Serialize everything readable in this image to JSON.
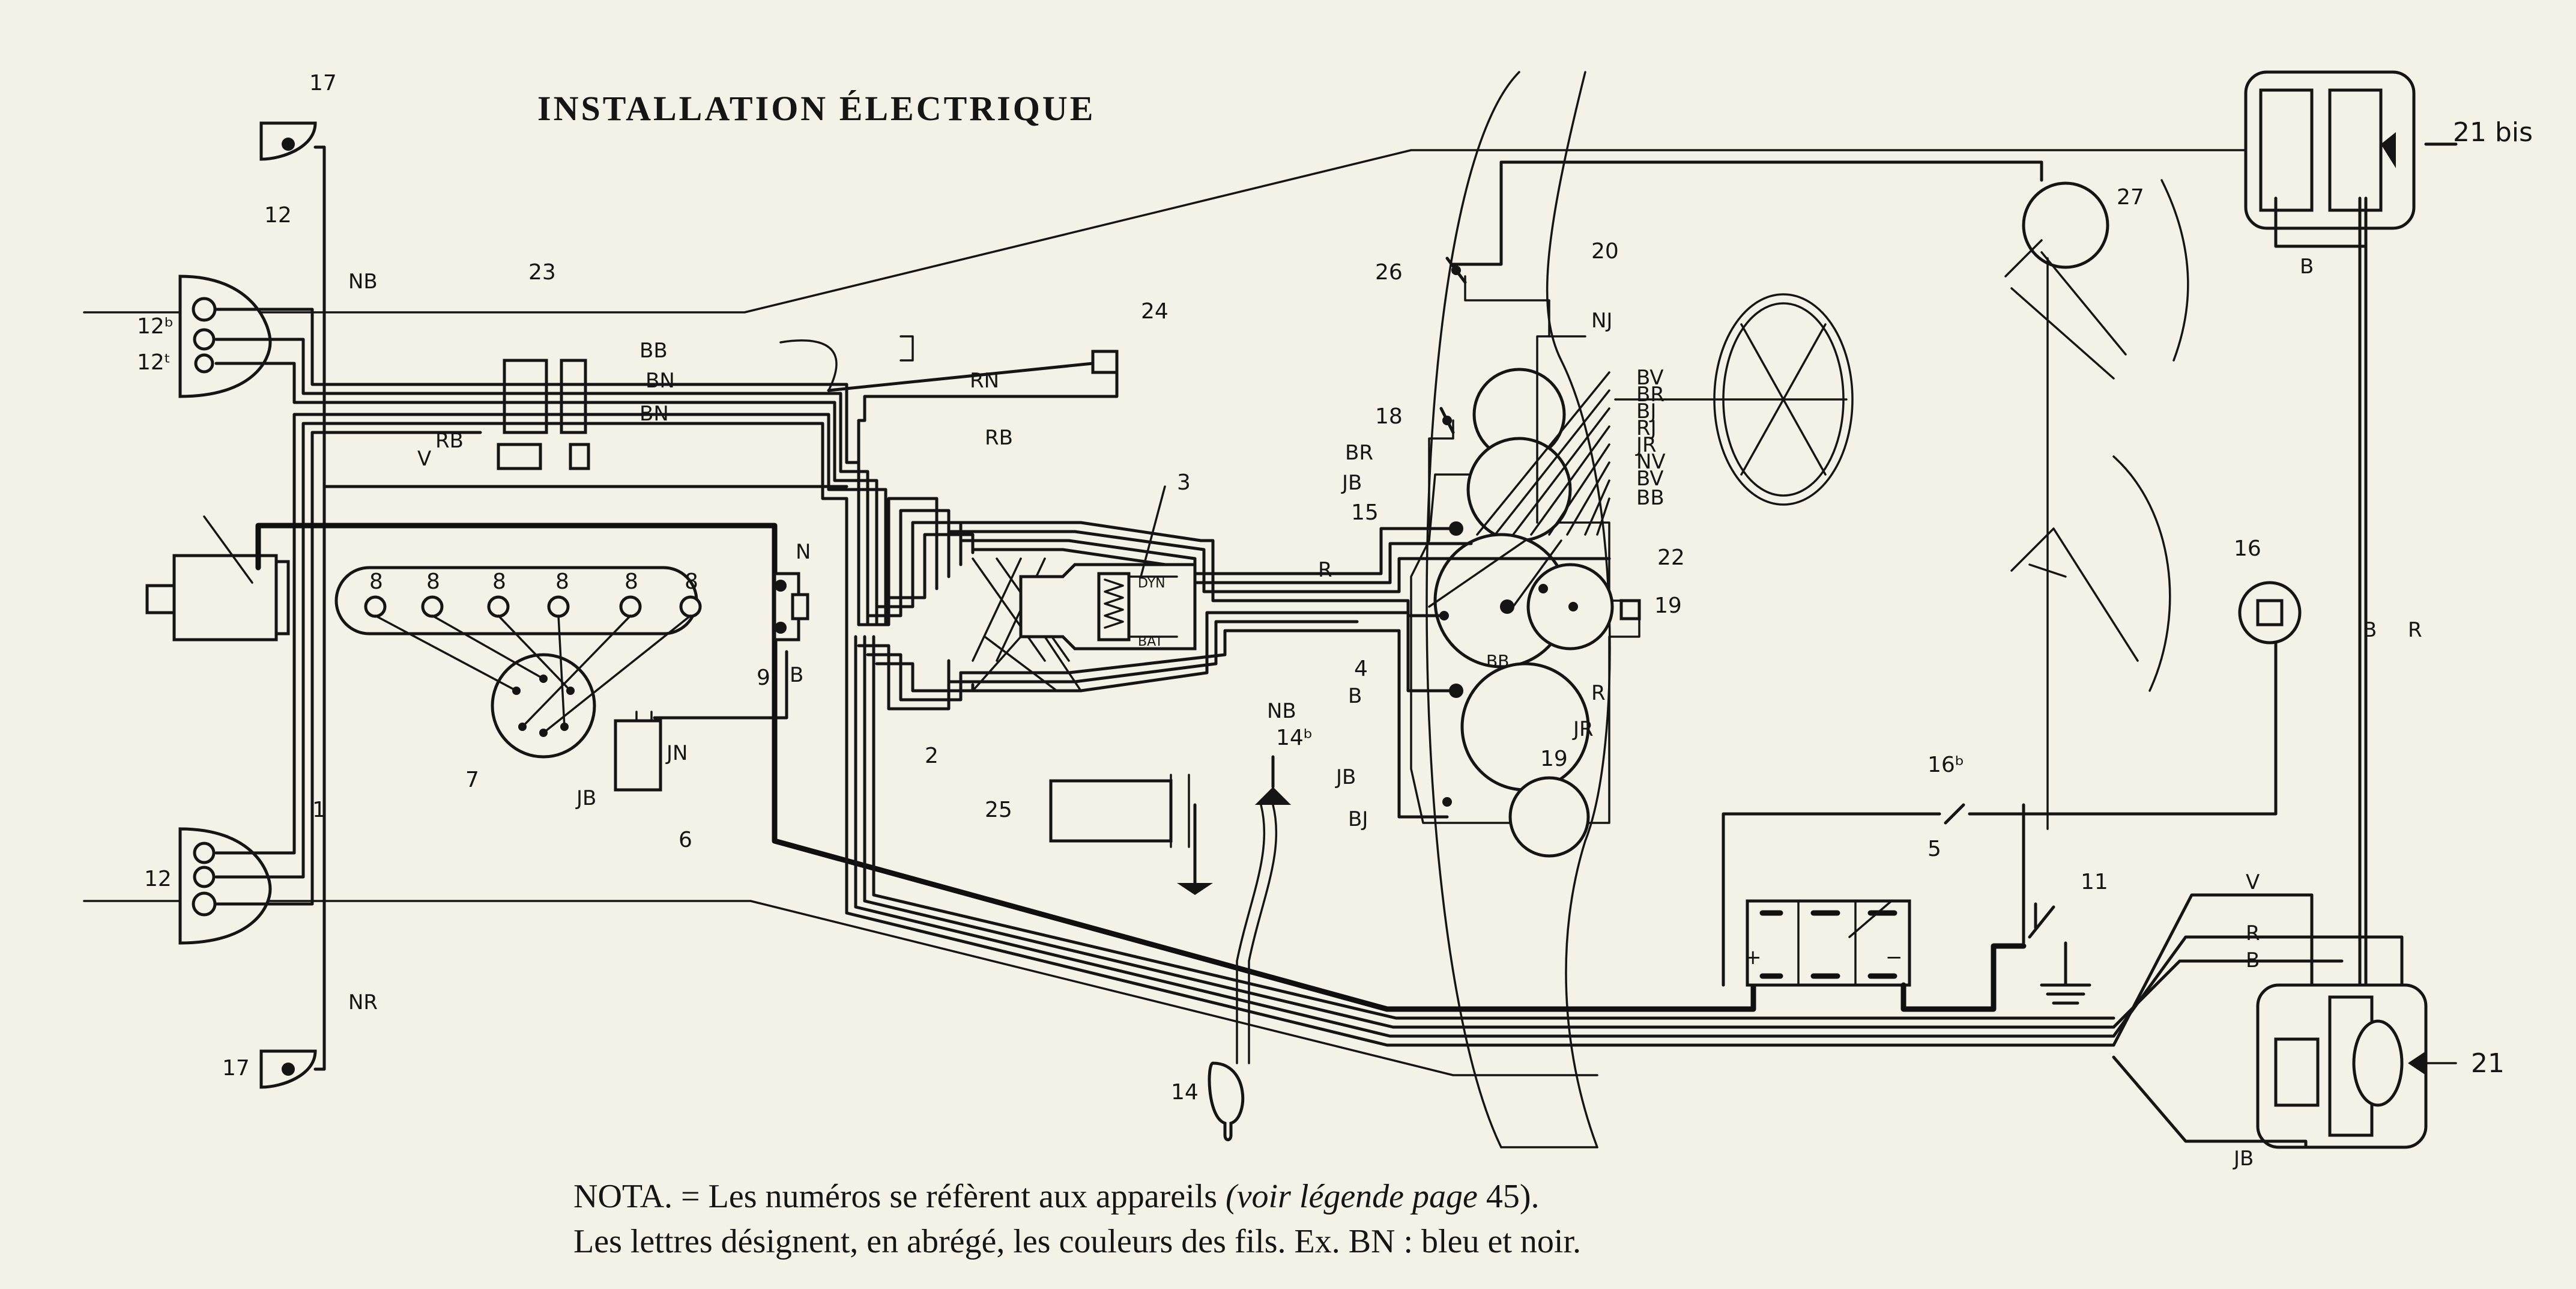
{
  "title": "INSTALLATION ÉLECTRIQUE",
  "note": {
    "line1_a": "NOTA. = Les numéros se réfèrent aux appareils ",
    "line1_b": "(voir légende page",
    "line1_c": " 45).",
    "line2": "Les lettres désignent, en abrégé, les couleurs des fils. Ex. BN : bleu et noir."
  },
  "component_numbers": {
    "n1": "1",
    "n2": "2",
    "n3": "3",
    "n4": "4",
    "n5": "5",
    "n6": "6",
    "n7": "7",
    "n8": "8",
    "n9": "9",
    "n11": "11",
    "n12": "12",
    "n12b": "12ᵇ",
    "n12t": "12ᵗ",
    "n14": "14",
    "n14b": "14ᵇ",
    "n15": "15",
    "n16": "16",
    "n16b": "16ᵇ",
    "n17": "17",
    "n18": "18",
    "n19": "19",
    "n20": "20",
    "n21": "21",
    "n21bis": "21 bis",
    "n22": "22",
    "n23": "23",
    "n24": "24",
    "n25": "25",
    "n26": "26",
    "n27": "27"
  },
  "wire_codes": {
    "NB": "NB",
    "NR": "NR",
    "BB": "BB",
    "BN": "BN",
    "RB": "RB",
    "V": "V",
    "RN": "RN",
    "N": "N",
    "B": "B",
    "R": "R",
    "JN": "JN",
    "JB": "JB",
    "BR": "BR",
    "BJ": "BJ",
    "NJ": "NJ",
    "BV": "BV",
    "RJ": "RJ",
    "JR": "JR",
    "NV": "NV",
    "plus": "+",
    "minus": "−",
    "dyn": "DYN",
    "bat": "BAT"
  }
}
